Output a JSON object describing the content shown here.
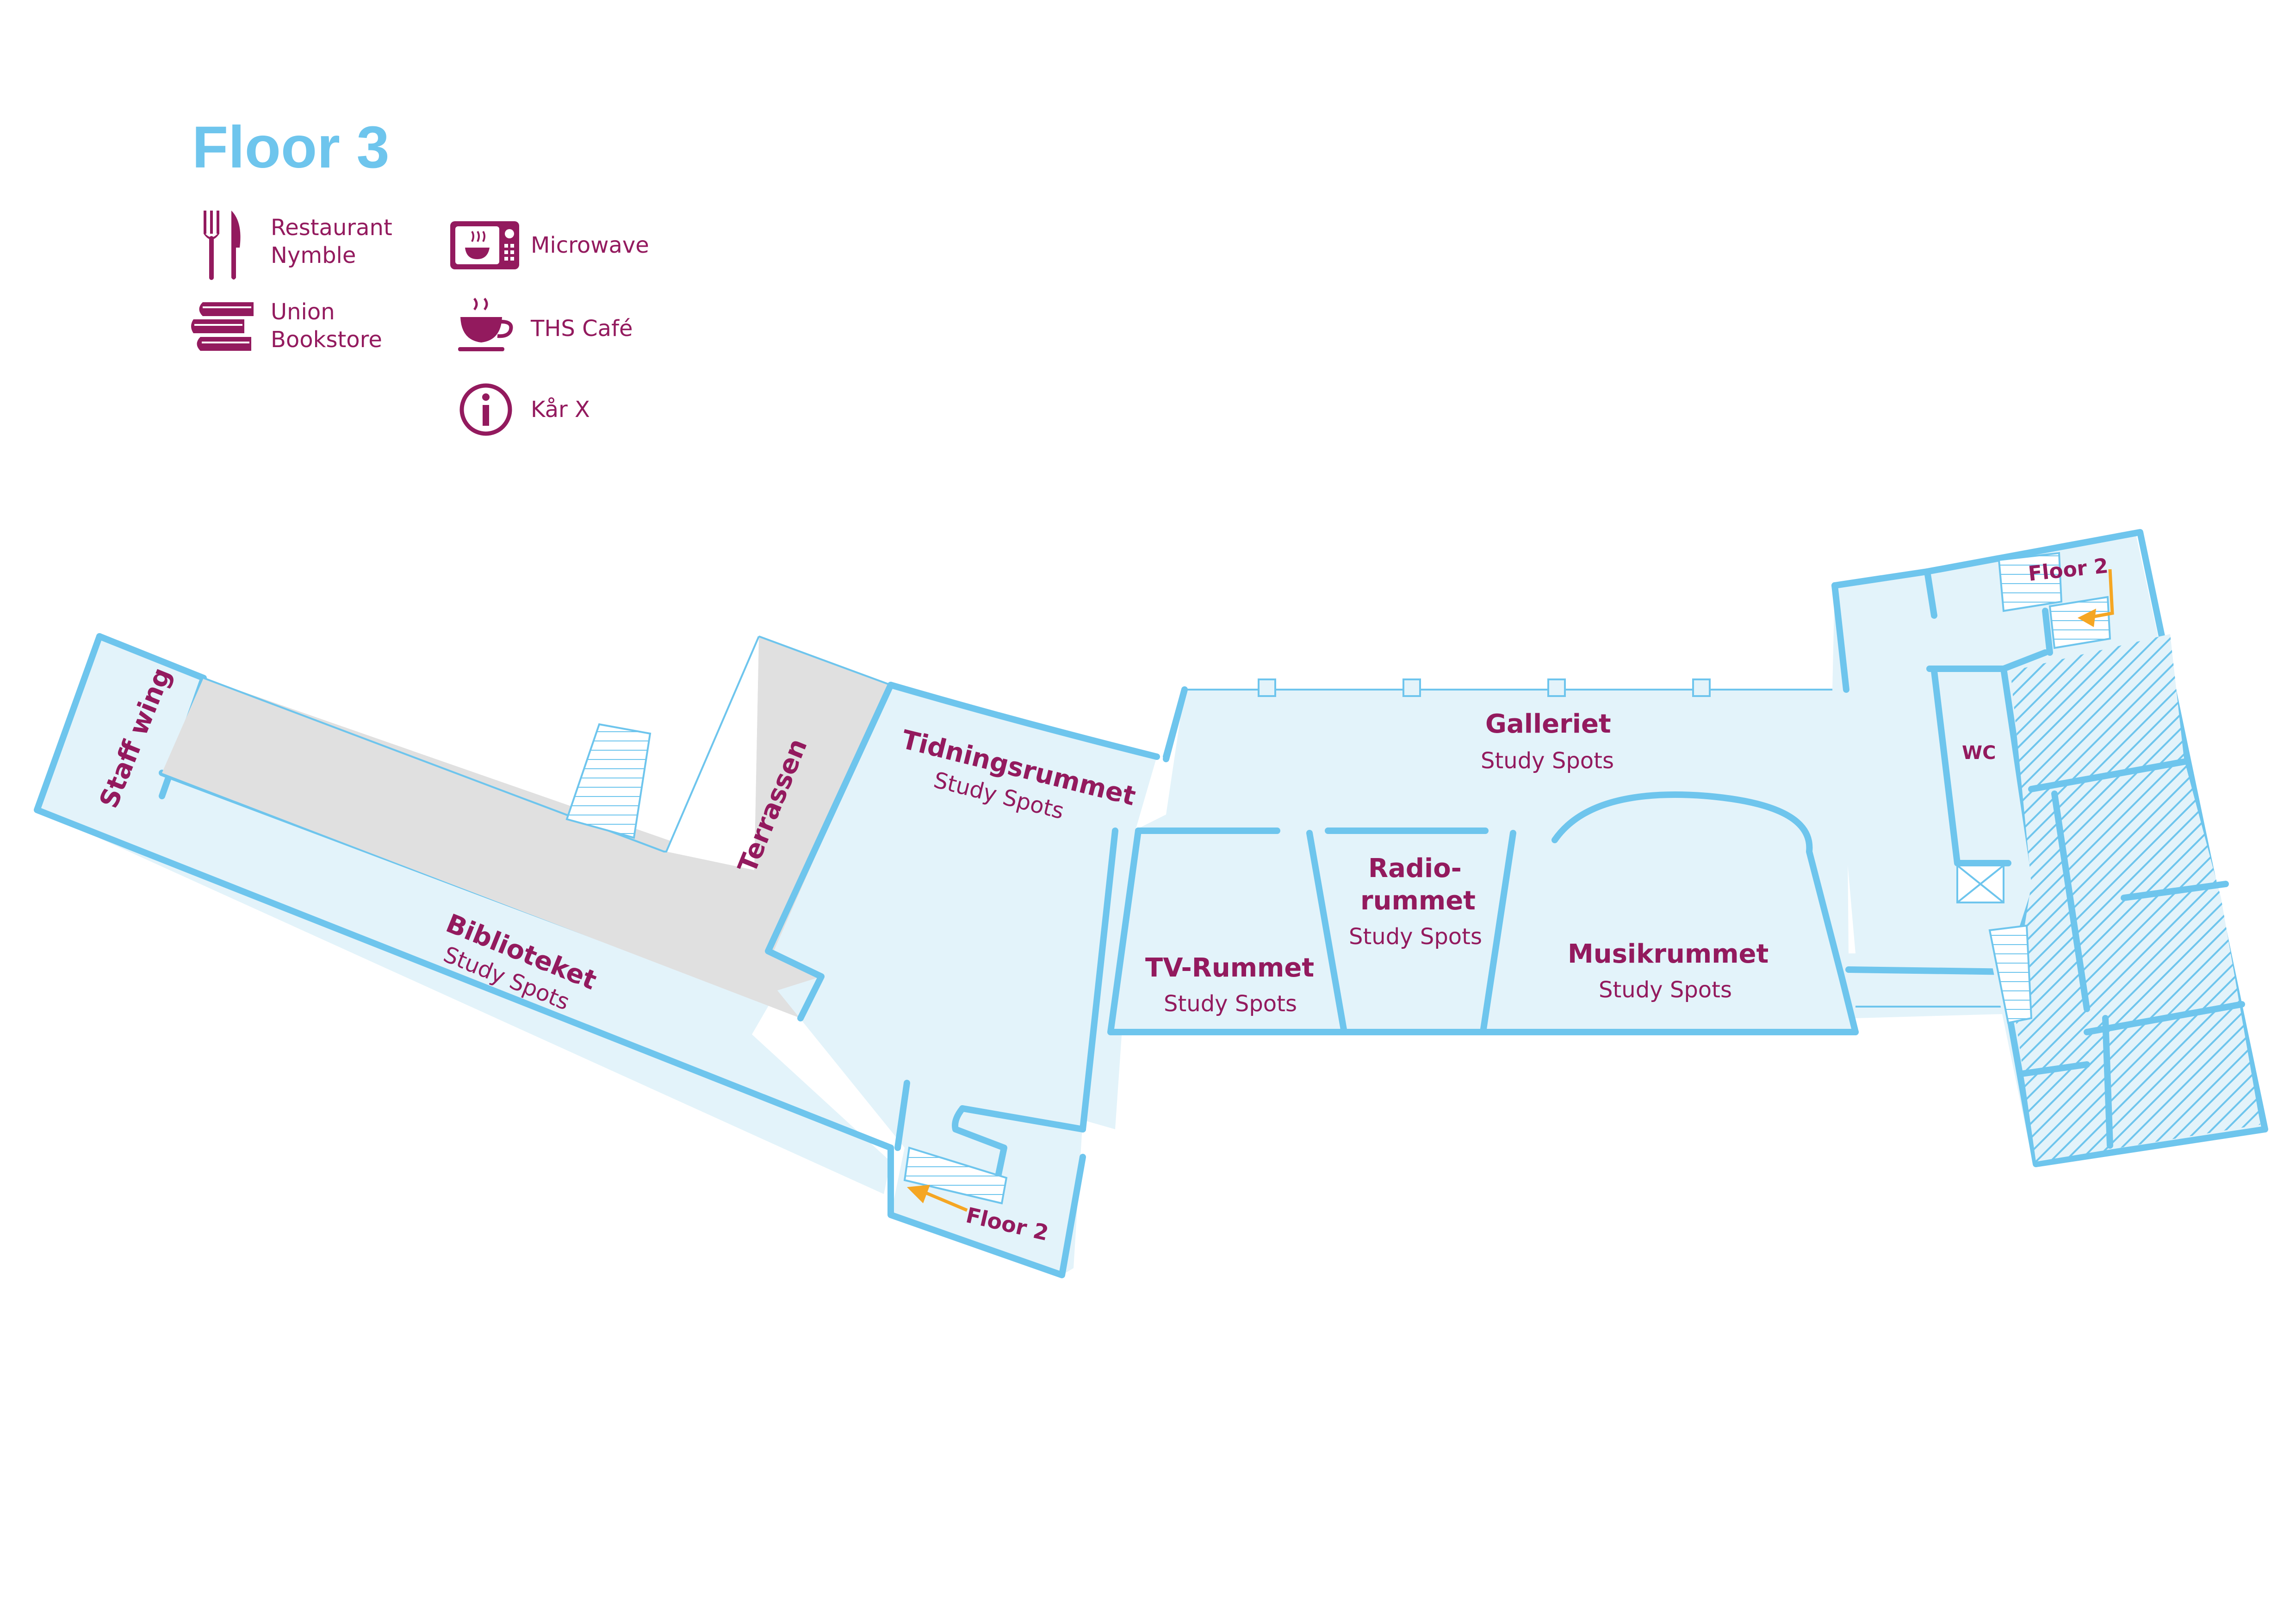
{
  "title": "Floor 3",
  "legend": {
    "restaurant": "Restaurant\nNymble",
    "bookstore": "Union\nBookstore",
    "microwave": "Microwave",
    "cafe": "THS Café",
    "info": "Kår X"
  },
  "rooms": {
    "staff_wing": "Staff wing",
    "biblioteket": "Biblioteket",
    "biblioteket_sub": "Study Spots",
    "terrassen": "Terrassen",
    "tidningsrummet": "Tidningsrummet",
    "tidningsrummet_sub": "Study Spots",
    "galleriet": "Galleriet",
    "galleriet_sub": "Study Spots",
    "tv_rummet": "TV-Rummet",
    "tv_rummet_sub": "Study Spots",
    "radio_line1": "Radio-",
    "radio_line2": "rummet",
    "radio_sub": "Study Spots",
    "musikrummet": "Musikrummet",
    "musikrummet_sub": "Study Spots",
    "wc": "WC",
    "floor2_left": "Floor 2",
    "floor2_right": "Floor 2"
  },
  "colors": {
    "wall": "#6ec5ed",
    "room_fill": "#e3f3fa",
    "terrace_fill": "#e0e0e0",
    "label": "#931a5e",
    "arrow": "#f5a623"
  },
  "icons": [
    "cutlery-icon",
    "books-icon",
    "microwave-icon",
    "coffee-cup-icon",
    "info-icon",
    "stairs-arrow-icon"
  ]
}
